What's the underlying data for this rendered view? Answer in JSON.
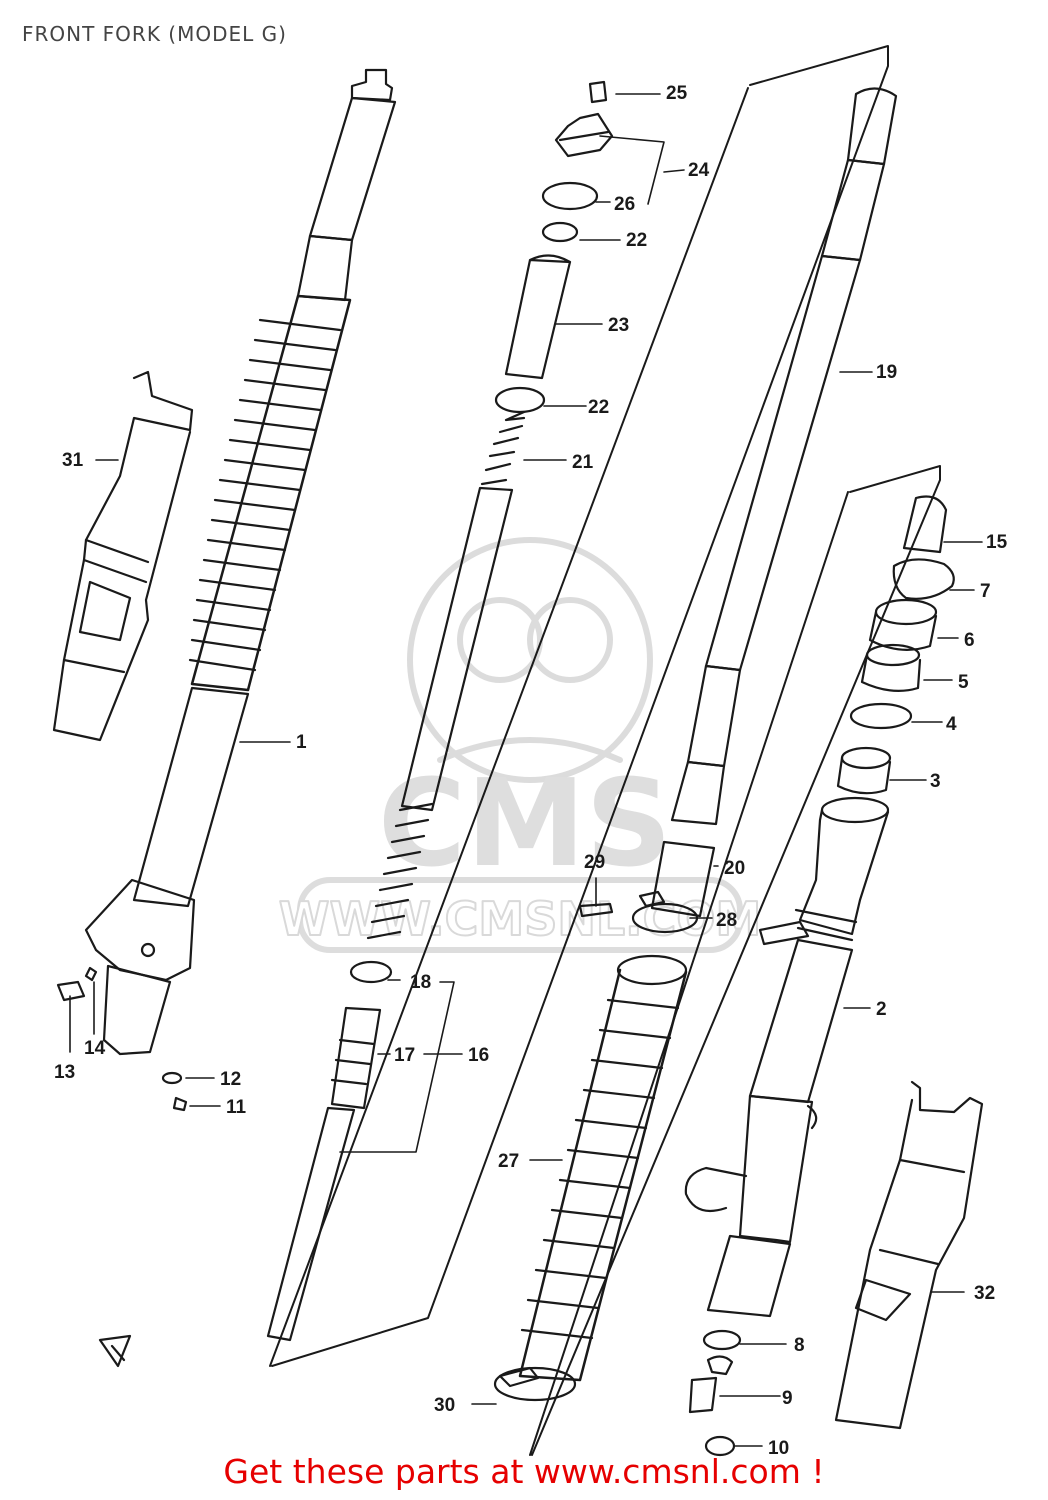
{
  "title": "FRONT FORK (MODEL G)",
  "footer": {
    "text": "Get these parts at www.cmsnl.com !"
  },
  "watermark": {
    "logo": "CMS",
    "url": "WWW.CMSNL.COM"
  },
  "parts": [
    {
      "id": "p1",
      "num": "1"
    },
    {
      "id": "p2",
      "num": "2"
    },
    {
      "id": "p3",
      "num": "3"
    },
    {
      "id": "p4",
      "num": "4"
    },
    {
      "id": "p5",
      "num": "5"
    },
    {
      "id": "p6",
      "num": "6"
    },
    {
      "id": "p7",
      "num": "7"
    },
    {
      "id": "p8",
      "num": "8"
    },
    {
      "id": "p9",
      "num": "9"
    },
    {
      "id": "p10",
      "num": "10"
    },
    {
      "id": "p11",
      "num": "11"
    },
    {
      "id": "p12",
      "num": "12"
    },
    {
      "id": "p13",
      "num": "13"
    },
    {
      "id": "p14",
      "num": "14"
    },
    {
      "id": "p15",
      "num": "15"
    },
    {
      "id": "p16",
      "num": "16"
    },
    {
      "id": "p17",
      "num": "17"
    },
    {
      "id": "p18",
      "num": "18"
    },
    {
      "id": "p19",
      "num": "19"
    },
    {
      "id": "p20",
      "num": "20"
    },
    {
      "id": "p21",
      "num": "21"
    },
    {
      "id": "p22a",
      "num": "22"
    },
    {
      "id": "p22b",
      "num": "22"
    },
    {
      "id": "p23",
      "num": "23"
    },
    {
      "id": "p24",
      "num": "24"
    },
    {
      "id": "p25",
      "num": "25"
    },
    {
      "id": "p26",
      "num": "26"
    },
    {
      "id": "p27",
      "num": "27"
    },
    {
      "id": "p28",
      "num": "28"
    },
    {
      "id": "p29",
      "num": "29"
    },
    {
      "id": "p30",
      "num": "30"
    },
    {
      "id": "p31",
      "num": "31"
    },
    {
      "id": "p32",
      "num": "32"
    }
  ],
  "colors": {
    "ink": "#1a1a1a",
    "cta": "#e60000",
    "title": "#444444",
    "watermark": "#d9d9d9"
  }
}
